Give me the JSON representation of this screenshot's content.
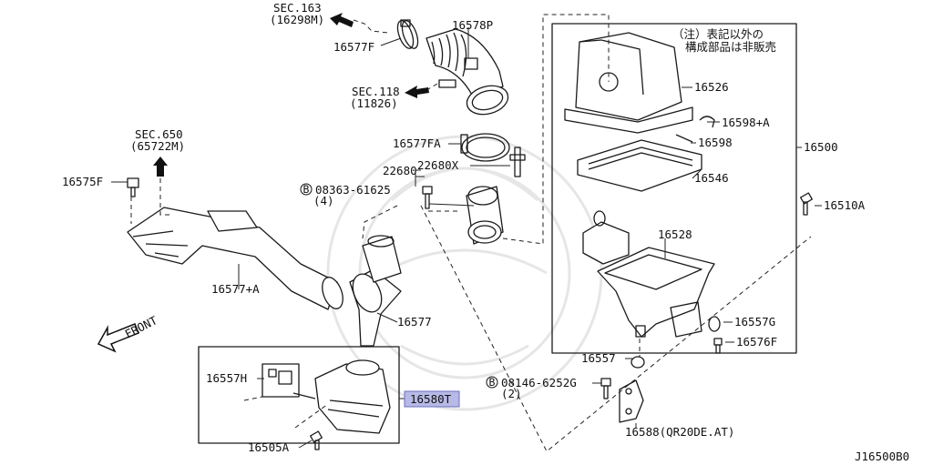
{
  "diagram_code": "J16500B0",
  "note": {
    "line1": "（注）表記以外の",
    "line2": "構成部品は非販売"
  },
  "sec_labels": {
    "sec163_a": "SEC.163",
    "sec163_b": "(16298M)",
    "sec118_a": "SEC.118",
    "sec118_b": "(11826)",
    "sec650_a": "SEC.650",
    "sec650_b": "(65722M)"
  },
  "front_label": "FRONT",
  "parts": {
    "p16577F": "16577F",
    "p16578P": "16578P",
    "p16577FA": "16577FA",
    "p22680": "22680",
    "p22680X": "22680X",
    "p08363": "08363-61625",
    "p08363_qty": "(4)",
    "p16575F": "16575F",
    "p16577A": "16577+A",
    "p16577": "16577",
    "p16557H": "16557H",
    "p16580T": "16580T",
    "p16505A": "16505A",
    "p16526": "16526",
    "p16598A": "16598+A",
    "p16598": "16598",
    "p16546": "16546",
    "p16500": "16500",
    "p16510A": "16510A",
    "p16528": "16528",
    "p16557G": "16557G",
    "p16576F": "16576F",
    "p16557": "16557",
    "p08146": "08146-6252G",
    "p08146_qty": "(2)",
    "p16588": "16588(QR20DE.AT)"
  },
  "bolt_prefix": "B",
  "colors": {
    "highlight": "#b7b9e6",
    "line": "#1a1a1a"
  }
}
